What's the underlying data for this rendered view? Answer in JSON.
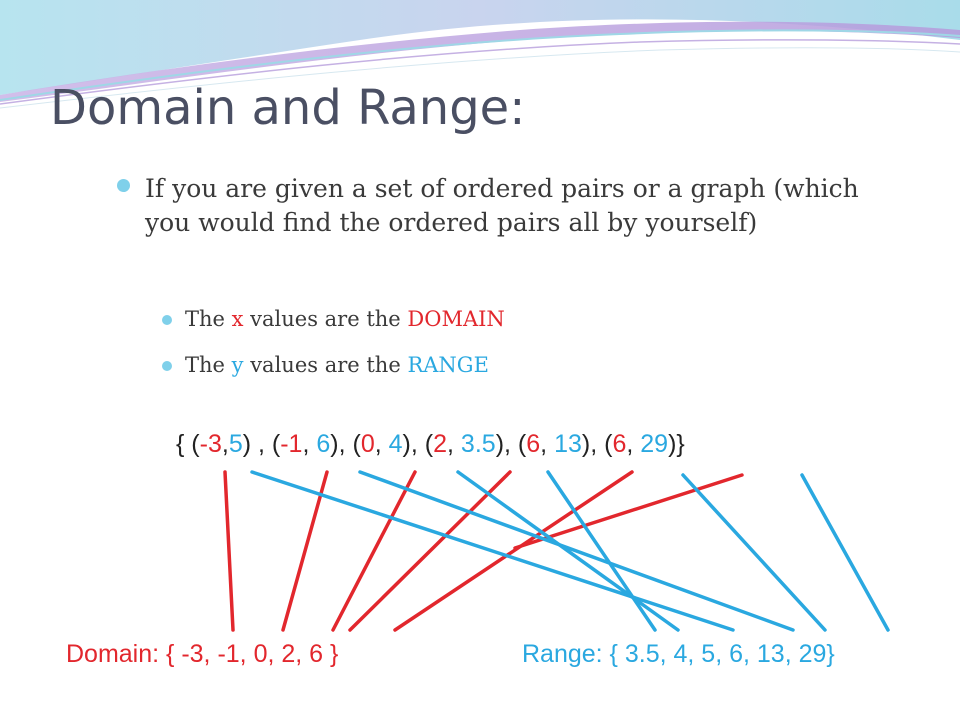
{
  "slide": {
    "title": "Domain and Range:",
    "bullet_main": "If you are given a set of ordered pairs or a graph (which you would find the ordered pairs all by yourself)",
    "sub1": {
      "prefix": "The ",
      "var": "x",
      "mid": " values are the ",
      "term": "DOMAIN"
    },
    "sub2": {
      "prefix": "The ",
      "var": "y",
      "mid": " values are the ",
      "term": "RANGE"
    }
  },
  "pairs": [
    {
      "x": "-3",
      "y": "5"
    },
    {
      "x": "-1",
      "y": "6"
    },
    {
      "x": "0",
      "y": "4"
    },
    {
      "x": "2",
      "y": "3.5"
    },
    {
      "x": "6",
      "y": "13"
    },
    {
      "x": "6",
      "y": "29"
    }
  ],
  "domain_label": "Domain: { -3, -1, 0, 2, 6 }",
  "range_label": "Range: { 3.5, 4, 5, 6, 13, 29}",
  "colors": {
    "domain": "#e2272d",
    "range": "#2aa8e0",
    "title": "#4a4f63",
    "bullet": "#7fd0ea"
  }
}
